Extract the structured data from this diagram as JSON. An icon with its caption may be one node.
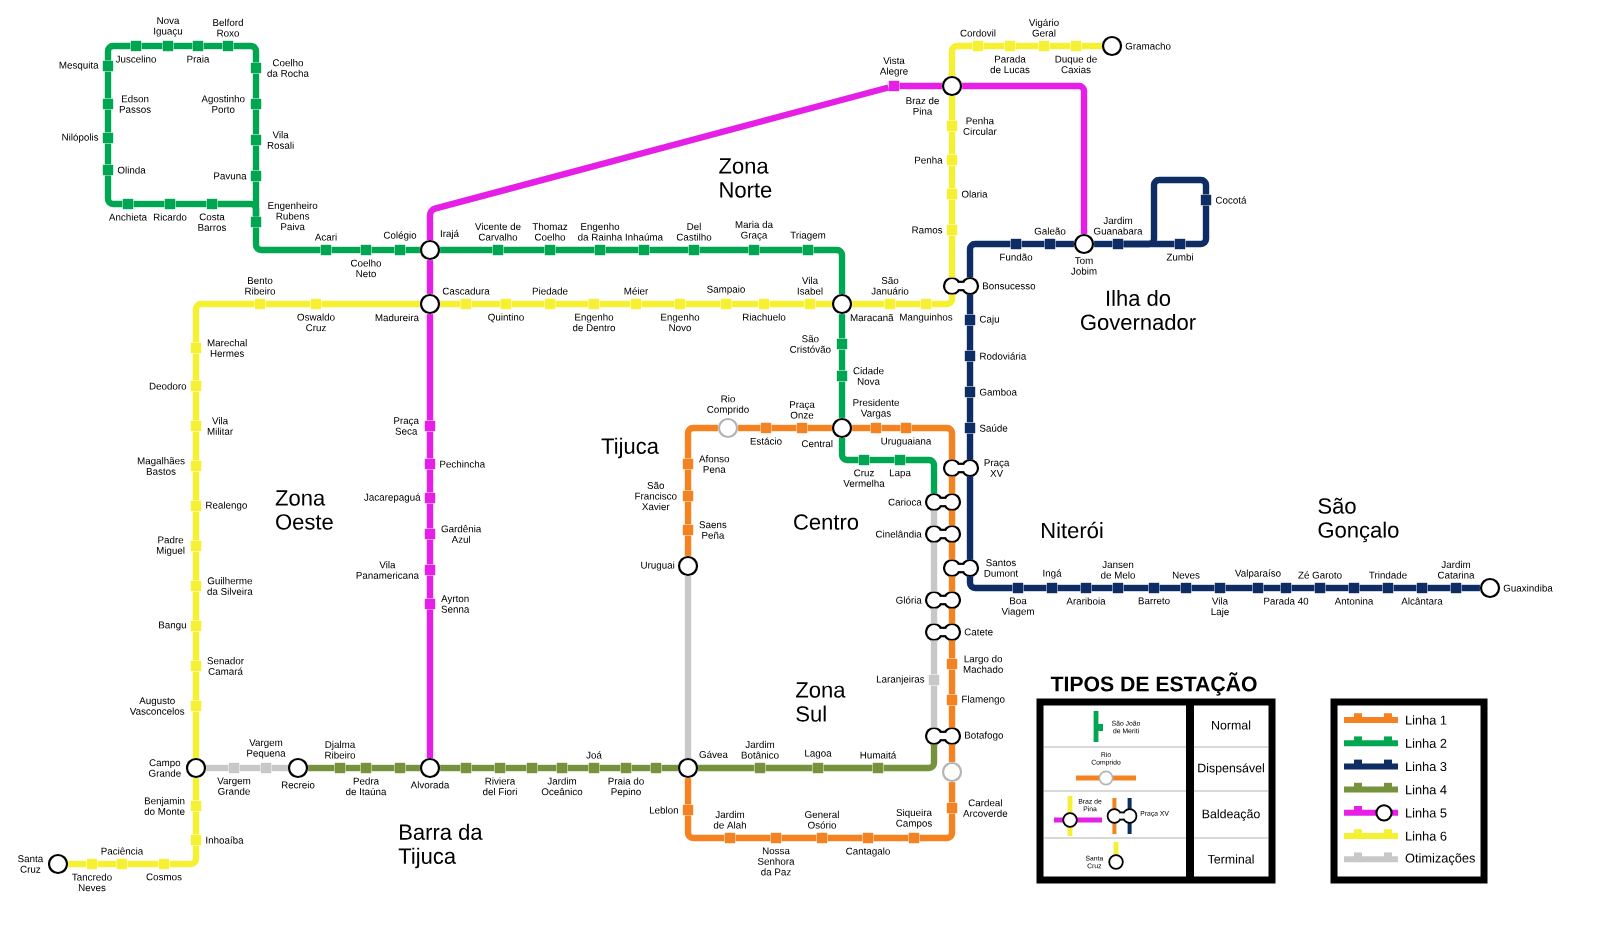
{
  "diagram": {
    "nodes": [
      {
        "text": [
          "Mesquita"
        ]
      },
      {
        "text": [
          "Juscelino"
        ]
      },
      {
        "text": [
          "Nova Iguaçu"
        ]
      },
      {
        "text": [
          "Praia"
        ]
      },
      {
        "text": [
          "Belford Roxo"
        ]
      },
      {
        "text": [
          "Coelho da Rocha"
        ]
      },
      {
        "text": [
          "Edson Passos"
        ]
      },
      {
        "text": [
          "Agostinho Porto"
        ]
      },
      {
        "text": [
          "Nilópolis"
        ]
      },
      {
        "text": [
          "Vila Rosali"
        ]
      },
      {
        "text": [
          "Olinda"
        ]
      },
      {
        "text": [
          "Pavuna"
        ]
      },
      {
        "text": [
          "Anchieta"
        ]
      },
      {
        "text": [
          "Ricardo"
        ]
      },
      {
        "text": [
          "Costa Barros"
        ]
      },
      {
        "text": [
          "Engenheiro Rubens Paiva"
        ]
      },
      {
        "text": [
          "Acari"
        ]
      },
      {
        "text": [
          "Coelho Neto"
        ]
      },
      {
        "text": [
          "Colégio"
        ]
      },
      {
        "text": [
          "Irajá"
        ]
      },
      {
        "text": [
          "Vicente de Carvalho"
        ]
      },
      {
        "text": [
          "Thomaz Coelho"
        ]
      },
      {
        "text": [
          "Engenho da Rainha"
        ]
      },
      {
        "text": [
          "Inhaúma"
        ]
      },
      {
        "text": [
          "Del Castilho"
        ]
      },
      {
        "text": [
          "Maria da Graça"
        ]
      },
      {
        "text": [
          "Triagem"
        ]
      },
      {
        "text": [
          "Maracanã"
        ]
      },
      {
        "text": [
          "São Cristóvão"
        ]
      },
      {
        "text": [
          "Cidade Nova"
        ]
      },
      {
        "text": [
          "Central"
        ]
      },
      {
        "text": [
          "Cruz Vermelha"
        ]
      },
      {
        "text": [
          "Lapa"
        ]
      },
      {
        "text": [
          "Carioca"
        ]
      },
      {
        "text": [
          "Santa Cruz"
        ]
      },
      {
        "text": [
          "Tancredo Neves"
        ]
      },
      {
        "text": [
          "Paciência"
        ]
      },
      {
        "text": [
          "Cosmos"
        ]
      },
      {
        "text": [
          "Inhoaíba"
        ]
      },
      {
        "text": [
          "Benjamin do Monte"
        ]
      },
      {
        "text": [
          "Campo Grande"
        ]
      },
      {
        "text": [
          "Augusto Vasconcelos"
        ]
      },
      {
        "text": [
          "Senador Camará"
        ]
      },
      {
        "text": [
          "Bangu"
        ]
      },
      {
        "text": [
          "Guilherme da Silveira"
        ]
      },
      {
        "text": [
          "Padre Miguel"
        ]
      },
      {
        "text": [
          "Realengo"
        ]
      },
      {
        "text": [
          "Magalhães Bastos"
        ]
      },
      {
        "text": [
          "Vila Militar"
        ]
      },
      {
        "text": [
          "Deodoro"
        ]
      },
      {
        "text": [
          "Marechal Hermes"
        ]
      },
      {
        "text": [
          "Bento Ribeiro"
        ]
      },
      {
        "text": [
          "Oswaldo Cruz"
        ]
      },
      {
        "text": [
          "Madureira"
        ]
      },
      {
        "text": [
          "Cascadura"
        ]
      },
      {
        "text": [
          "Quintino"
        ]
      },
      {
        "text": [
          "Piedade"
        ]
      },
      {
        "text": [
          "Engenho de Dentro"
        ]
      },
      {
        "text": [
          "Méier"
        ]
      },
      {
        "text": [
          "Engenho Novo"
        ]
      },
      {
        "text": [
          "Sampaio"
        ]
      },
      {
        "text": [
          "Riachuelo"
        ]
      },
      {
        "text": [
          "Vila Isabel"
        ]
      },
      {
        "text": [
          "São Januário"
        ]
      },
      {
        "text": [
          "Manguinhos"
        ]
      },
      {
        "text": [
          "Bonsucesso"
        ]
      },
      {
        "text": [
          "Ramos"
        ]
      },
      {
        "text": [
          "Olaria"
        ]
      },
      {
        "text": [
          "Penha"
        ]
      },
      {
        "text": [
          "Penha Circular"
        ]
      },
      {
        "text": [
          "Braz de Pina"
        ]
      },
      {
        "text": [
          "Cordovil"
        ]
      },
      {
        "text": [
          "Parada de Lucas"
        ]
      },
      {
        "text": [
          "Vigário Geral"
        ]
      },
      {
        "text": [
          "Duque de Caxias"
        ]
      },
      {
        "text": [
          "Gramacho"
        ]
      },
      {
        "text": [
          "Vista Alegre"
        ]
      },
      {
        "text": [
          "Tom Jobim"
        ]
      },
      {
        "text": [
          "Praça Seca"
        ]
      },
      {
        "text": [
          "Pechincha"
        ]
      },
      {
        "text": [
          "Jacarepaguá"
        ]
      },
      {
        "text": [
          "Gardênia Azul"
        ]
      },
      {
        "text": [
          "Vila Panamericana"
        ]
      },
      {
        "text": [
          "Ayrton Senna"
        ]
      },
      {
        "text": [
          "Alvorada"
        ]
      },
      {
        "text": [
          "Fundão"
        ]
      },
      {
        "text": [
          "Galeão"
        ]
      },
      {
        "text": [
          "Jardim Guanabara"
        ]
      },
      {
        "text": [
          "Zumbi"
        ]
      },
      {
        "text": [
          "Cocotá"
        ]
      },
      {
        "text": [
          "Caju"
        ]
      },
      {
        "text": [
          "Rodoviária"
        ]
      },
      {
        "text": [
          "Gamboa"
        ]
      },
      {
        "text": [
          "Saúde"
        ]
      },
      {
        "text": [
          "Praça XV"
        ]
      },
      {
        "text": [
          "Santos Dumont"
        ]
      },
      {
        "text": [
          "Boa Viagem"
        ]
      },
      {
        "text": [
          "Ingá"
        ]
      },
      {
        "text": [
          "Arariboia"
        ]
      },
      {
        "text": [
          "Jansen de Melo"
        ]
      },
      {
        "text": [
          "Barreto"
        ]
      },
      {
        "text": [
          "Neves"
        ]
      },
      {
        "text": [
          "Vila Laje"
        ]
      },
      {
        "text": [
          "Valparaíso"
        ]
      },
      {
        "text": [
          "Parada 40"
        ]
      },
      {
        "text": [
          "Zé Garoto"
        ]
      },
      {
        "text": [
          "Antonina"
        ]
      },
      {
        "text": [
          "Trindade"
        ]
      },
      {
        "text": [
          "Alcântara"
        ]
      },
      {
        "text": [
          "Jardim Catarina"
        ]
      },
      {
        "text": [
          "Guaxindiba"
        ]
      },
      {
        "text": [
          "Rio Comprido"
        ]
      },
      {
        "text": [
          "Estácio"
        ]
      },
      {
        "text": [
          "Praça Onze"
        ]
      },
      {
        "text": [
          "Presidente Vargas"
        ]
      },
      {
        "text": [
          "Uruguaiana"
        ]
      },
      {
        "text": [
          "Afonso Pena"
        ]
      },
      {
        "text": [
          "São Francisco Xavier"
        ]
      },
      {
        "text": [
          "Saens Peña"
        ]
      },
      {
        "text": [
          "Uruguai"
        ]
      },
      {
        "text": [
          "Cinelândia"
        ]
      },
      {
        "text": [
          "Glória"
        ]
      },
      {
        "text": [
          "Catete"
        ]
      },
      {
        "text": [
          "Largo do Machado"
        ]
      },
      {
        "text": [
          "Flamengo"
        ]
      },
      {
        "text": [
          "Botafogo"
        ]
      },
      {
        "text": [],
        "shape": "circle"
      },
      {
        "text": [
          "Cardeal Arcoverde"
        ]
      },
      {
        "text": [
          "Siqueira Campos"
        ]
      },
      {
        "text": [
          "Cantagalo"
        ]
      },
      {
        "text": [
          "General Osório"
        ]
      },
      {
        "text": [
          "Nossa Senhora da Paz"
        ]
      },
      {
        "text": [
          "Jardim de Alah"
        ]
      },
      {
        "text": [
          "Leblon"
        ]
      },
      {
        "text": [
          "Gávea"
        ]
      },
      {
        "text": [
          "Laranjeiras"
        ]
      },
      {
        "text": [
          "Recreio"
        ]
      },
      {
        "text": [
          "Djalma Ribeiro"
        ]
      },
      {
        "text": [
          "Pedra de Itaúna"
        ]
      },
      {
        "text": [],
        "shape": "box"
      },
      {
        "text": [],
        "shape": "box"
      },
      {
        "text": [
          "Riviera del Fiori"
        ]
      },
      {
        "text": [],
        "shape": "box"
      },
      {
        "text": [
          "Jardim Oceânico"
        ]
      },
      {
        "text": [
          "Joá"
        ]
      },
      {
        "text": [
          "Praia do Pepino"
        ]
      },
      {
        "text": [],
        "shape": "box"
      },
      {
        "text": [
          "Jardim Botânico"
        ]
      },
      {
        "text": [
          "Lagoa"
        ]
      },
      {
        "text": [
          "Humaitá"
        ]
      },
      {
        "text": [
          "Vargem Grande"
        ]
      },
      {
        "text": [
          "Vargem Pequena"
        ]
      }
    ],
    "edges": [
      {
        "from": 11,
        "to": 9,
        "arrow": "none",
        "color": "#00a651"
      },
      {
        "from": 9,
        "to": 7,
        "arrow": "none",
        "color": "#00a651"
      },
      {
        "from": 7,
        "to": 5,
        "arrow": "none",
        "color": "#00a651"
      },
      {
        "from": 5,
        "to": 4,
        "arrow": "none",
        "color": "#00a651"
      },
      {
        "from": 4,
        "to": 3,
        "arrow": "none",
        "color": "#00a651"
      },
      {
        "from": 3,
        "to": 2,
        "arrow": "none",
        "color": "#00a651"
      },
      {
        "from": 2,
        "to": 1,
        "arrow": "none",
        "color": "#00a651"
      },
      {
        "from": 1,
        "to": 0,
        "arrow": "none",
        "color": "#00a651"
      },
      {
        "from": 0,
        "to": 6,
        "arrow": "none",
        "color": "#00a651"
      },
      {
        "from": 6,
        "to": 8,
        "arrow": "none",
        "color": "#00a651"
      },
      {
        "from": 8,
        "to": 10,
        "arrow": "none",
        "color": "#00a651"
      },
      {
        "from": 10,
        "to": 12,
        "arrow": "none",
        "color": "#00a651"
      },
      {
        "from": 12,
        "to": 13,
        "arrow": "none",
        "color": "#00a651"
      },
      {
        "from": 13,
        "to": 14,
        "arrow": "none",
        "color": "#00a651"
      },
      {
        "from": 14,
        "to": 15,
        "arrow": "none",
        "color": "#00a651"
      },
      {
        "from": 15,
        "to": 11,
        "arrow": "none",
        "color": "#00a651"
      },
      {
        "from": 15,
        "to": 16,
        "arrow": "none",
        "color": "#00a651"
      },
      {
        "from": 16,
        "to": 17,
        "arrow": "none",
        "color": "#00a651"
      },
      {
        "from": 17,
        "to": 18,
        "arrow": "none",
        "color": "#00a651"
      },
      {
        "from": 18,
        "to": 19,
        "arrow": "none",
        "color": "#00a651"
      },
      {
        "from": 19,
        "to": 20,
        "arrow": "none",
        "color": "#00a651"
      },
      {
        "from": 20,
        "to": 21,
        "arrow": "none",
        "color": "#00a651"
      },
      {
        "from": 21,
        "to": 22,
        "arrow": "none",
        "color": "#00a651"
      },
      {
        "from": 22,
        "to": 23,
        "arrow": "none",
        "color": "#00a651"
      },
      {
        "from": 23,
        "to": 24,
        "arrow": "none",
        "color": "#00a651"
      },
      {
        "from": 24,
        "to": 25,
        "arrow": "none",
        "color": "#00a651"
      },
      {
        "from": 25,
        "to": 26,
        "arrow": "none",
        "color": "#00a651"
      },
      {
        "from": 26,
        "to": 27,
        "arrow": "none",
        "color": "#00a651"
      },
      {
        "from": 27,
        "to": 28,
        "arrow": "none",
        "color": "#00a651"
      },
      {
        "from": 28,
        "to": 29,
        "arrow": "none",
        "color": "#00a651"
      },
      {
        "from": 29,
        "to": 30,
        "arrow": "none",
        "color": "#00a651"
      },
      {
        "from": 30,
        "to": 31,
        "arrow": "none",
        "color": "#00a651"
      },
      {
        "from": 31,
        "to": 32,
        "arrow": "none",
        "color": "#00a651"
      },
      {
        "from": 32,
        "to": 33,
        "arrow": "none",
        "color": "#00a651"
      },
      {
        "from": 34,
        "to": 35,
        "arrow": "none",
        "color": "#f5f032"
      },
      {
        "from": 35,
        "to": 36,
        "arrow": "none",
        "color": "#f5f032"
      },
      {
        "from": 36,
        "to": 37,
        "arrow": "none",
        "color": "#f5f032"
      },
      {
        "from": 37,
        "to": 38,
        "arrow": "none",
        "color": "#f5f032"
      },
      {
        "from": 38,
        "to": 39,
        "arrow": "none",
        "color": "#f5f032"
      },
      {
        "from": 39,
        "to": 40,
        "arrow": "none",
        "color": "#f5f032"
      },
      {
        "from": 40,
        "to": 41,
        "arrow": "none",
        "color": "#f5f032"
      },
      {
        "from": 41,
        "to": 42,
        "arrow": "none",
        "color": "#f5f032"
      },
      {
        "from": 42,
        "to": 43,
        "arrow": "none",
        "color": "#f5f032"
      },
      {
        "from": 43,
        "to": 44,
        "arrow": "none",
        "color": "#f5f032"
      },
      {
        "from": 44,
        "to": 45,
        "arrow": "none",
        "color": "#f5f032"
      },
      {
        "from": 45,
        "to": 46,
        "arrow": "none",
        "color": "#f5f032"
      },
      {
        "from": 46,
        "to": 47,
        "arrow": "none",
        "color": "#f5f032"
      },
      {
        "from": 47,
        "to": 48,
        "arrow": "none",
        "color": "#f5f032"
      },
      {
        "from": 48,
        "to": 49,
        "arrow": "none",
        "color": "#f5f032"
      },
      {
        "from": 49,
        "to": 50,
        "arrow": "none",
        "color": "#f5f032"
      },
      {
        "from": 50,
        "to": 51,
        "arrow": "none",
        "color": "#f5f032"
      },
      {
        "from": 51,
        "to": 52,
        "arrow": "none",
        "color": "#f5f032"
      },
      {
        "from": 52,
        "to": 53,
        "arrow": "none",
        "color": "#f5f032"
      },
      {
        "from": 53,
        "to": 54,
        "arrow": "none",
        "color": "#f5f032"
      },
      {
        "from": 54,
        "to": 55,
        "arrow": "none",
        "color": "#f5f032"
      },
      {
        "from": 55,
        "to": 56,
        "arrow": "none",
        "color": "#f5f032"
      },
      {
        "from": 56,
        "to": 57,
        "arrow": "none",
        "color": "#f5f032"
      },
      {
        "from": 57,
        "to": 58,
        "arrow": "none",
        "color": "#f5f032"
      },
      {
        "from": 58,
        "to": 59,
        "arrow": "none",
        "color": "#f5f032"
      },
      {
        "from": 59,
        "to": 60,
        "arrow": "none",
        "color": "#f5f032"
      },
      {
        "from": 60,
        "to": 61,
        "arrow": "none",
        "color": "#f5f032"
      },
      {
        "from": 61,
        "to": 62,
        "arrow": "none",
        "color": "#f5f032"
      },
      {
        "from": 62,
        "to": 27,
        "arrow": "none",
        "color": "#f5f032"
      },
      {
        "from": 27,
        "to": 63,
        "arrow": "none",
        "color": "#f5f032"
      },
      {
        "from": 63,
        "to": 64,
        "arrow": "none",
        "color": "#f5f032"
      },
      {
        "from": 64,
        "to": 65,
        "arrow": "none",
        "color": "#f5f032"
      },
      {
        "from": 65,
        "to": 66,
        "arrow": "none",
        "color": "#f5f032"
      },
      {
        "from": 66,
        "to": 67,
        "arrow": "none",
        "color": "#f5f032"
      },
      {
        "from": 67,
        "to": 68,
        "arrow": "none",
        "color": "#f5f032"
      },
      {
        "from": 68,
        "to": 69,
        "arrow": "none",
        "color": "#f5f032"
      },
      {
        "from": 69,
        "to": 70,
        "arrow": "none",
        "color": "#f5f032"
      },
      {
        "from": 70,
        "to": 71,
        "arrow": "none",
        "color": "#f5f032"
      },
      {
        "from": 71,
        "to": 72,
        "arrow": "none",
        "color": "#f5f032"
      },
      {
        "from": 72,
        "to": 73,
        "arrow": "none",
        "color": "#f5f032"
      },
      {
        "from": 73,
        "to": 74,
        "arrow": "none",
        "color": "#f5f032"
      },
      {
        "from": 74,
        "to": 75,
        "arrow": "none",
        "color": "#f5f032"
      },
      {
        "from": 84,
        "to": 83,
        "arrow": "none",
        "color": "#e61fe6"
      },
      {
        "from": 83,
        "to": 82,
        "arrow": "none",
        "color": "#e61fe6"
      },
      {
        "from": 82,
        "to": 81,
        "arrow": "none",
        "color": "#e61fe6"
      },
      {
        "from": 81,
        "to": 80,
        "arrow": "none",
        "color": "#e61fe6"
      },
      {
        "from": 80,
        "to": 79,
        "arrow": "none",
        "color": "#e61fe6"
      },
      {
        "from": 79,
        "to": 78,
        "arrow": "none",
        "color": "#e61fe6"
      },
      {
        "from": 78,
        "to": 53,
        "arrow": "none",
        "color": "#e61fe6"
      },
      {
        "from": 53,
        "to": 19,
        "arrow": "none",
        "color": "#e61fe6"
      },
      {
        "from": 19,
        "to": 76,
        "arrow": "none",
        "color": "#e61fe6"
      },
      {
        "from": 76,
        "to": 70,
        "arrow": "none",
        "color": "#e61fe6"
      },
      {
        "from": 70,
        "to": 77,
        "arrow": "none",
        "color": "#e61fe6"
      },
      {
        "from": 89,
        "to": 87,
        "arrow": "none",
        "color": "#0d2d64"
      },
      {
        "from": 89,
        "to": 88,
        "arrow": "none",
        "color": "#0d2d64"
      },
      {
        "from": 88,
        "to": 87,
        "arrow": "none",
        "color": "#0d2d64"
      },
      {
        "from": 87,
        "to": 77,
        "arrow": "none",
        "color": "#0d2d64"
      },
      {
        "from": 77,
        "to": 86,
        "arrow": "none",
        "color": "#0d2d64"
      },
      {
        "from": 86,
        "to": 85,
        "arrow": "none",
        "color": "#0d2d64"
      },
      {
        "from": 85,
        "to": 65,
        "arrow": "none",
        "color": "#0d2d64"
      },
      {
        "from": 65,
        "to": 90,
        "arrow": "none",
        "color": "#0d2d64"
      },
      {
        "from": 90,
        "to": 91,
        "arrow": "none",
        "color": "#0d2d64"
      },
      {
        "from": 91,
        "to": 92,
        "arrow": "none",
        "color": "#0d2d64"
      },
      {
        "from": 92,
        "to": 93,
        "arrow": "none",
        "color": "#0d2d64"
      },
      {
        "from": 93,
        "to": 94,
        "arrow": "none",
        "color": "#0d2d64"
      },
      {
        "from": 94,
        "to": 95,
        "arrow": "none",
        "color": "#0d2d64"
      },
      {
        "from": 95,
        "to": 96,
        "arrow": "none",
        "color": "#0d2d64"
      },
      {
        "from": 96,
        "to": 97,
        "arrow": "none",
        "color": "#0d2d64"
      },
      {
        "from": 97,
        "to": 98,
        "arrow": "none",
        "color": "#0d2d64"
      },
      {
        "from": 98,
        "to": 99,
        "arrow": "none",
        "color": "#0d2d64"
      },
      {
        "from": 99,
        "to": 100,
        "arrow": "none",
        "color": "#0d2d64"
      },
      {
        "from": 100,
        "to": 101,
        "arrow": "none",
        "color": "#0d2d64"
      },
      {
        "from": 101,
        "to": 102,
        "arrow": "none",
        "color": "#0d2d64"
      },
      {
        "from": 102,
        "to": 103,
        "arrow": "none",
        "color": "#0d2d64"
      },
      {
        "from": 103,
        "to": 104,
        "arrow": "none",
        "color": "#0d2d64"
      },
      {
        "from": 104,
        "to": 105,
        "arrow": "none",
        "color": "#0d2d64"
      },
      {
        "from": 105,
        "to": 106,
        "arrow": "none",
        "color": "#0d2d64"
      },
      {
        "from": 106,
        "to": 107,
        "arrow": "none",
        "color": "#0d2d64"
      },
      {
        "from": 107,
        "to": 108,
        "arrow": "none",
        "color": "#0d2d64"
      },
      {
        "from": 108,
        "to": 109,
        "arrow": "none",
        "color": "#0d2d64"
      },
      {
        "from": 109,
        "to": 110,
        "arrow": "none",
        "color": "#0d2d64"
      },
      {
        "from": 119,
        "to": 118,
        "arrow": "none",
        "color": "#f58220"
      },
      {
        "from": 118,
        "to": 117,
        "arrow": "none",
        "color": "#f58220"
      },
      {
        "from": 117,
        "to": 116,
        "arrow": "none",
        "color": "#f58220"
      },
      {
        "from": 116,
        "to": 111,
        "arrow": "none",
        "color": "#f58220"
      },
      {
        "from": 111,
        "to": 112,
        "arrow": "none",
        "color": "#f58220"
      },
      {
        "from": 112,
        "to": 113,
        "arrow": "none",
        "color": "#f58220"
      },
      {
        "from": 113,
        "to": 30,
        "arrow": "none",
        "color": "#f58220"
      },
      {
        "from": 30,
        "to": 114,
        "arrow": "none",
        "color": "#f58220"
      },
      {
        "from": 114,
        "to": 115,
        "arrow": "none",
        "color": "#f58220"
      },
      {
        "from": 115,
        "to": 94,
        "arrow": "none",
        "color": "#f58220"
      },
      {
        "from": 94,
        "to": 33,
        "arrow": "none",
        "color": "#f58220"
      },
      {
        "from": 33,
        "to": 120,
        "arrow": "none",
        "color": "#f58220"
      },
      {
        "from": 120,
        "to": 95,
        "arrow": "none",
        "color": "#f58220"
      },
      {
        "from": 95,
        "to": 121,
        "arrow": "none",
        "color": "#f58220"
      },
      {
        "from": 121,
        "to": 122,
        "arrow": "none",
        "color": "#f58220"
      },
      {
        "from": 122,
        "to": 123,
        "arrow": "none",
        "color": "#f58220"
      },
      {
        "from": 123,
        "to": 124,
        "arrow": "none",
        "color": "#f58220"
      },
      {
        "from": 124,
        "to": 125,
        "arrow": "none",
        "color": "#f58220"
      },
      {
        "from": 125,
        "to": 126,
        "arrow": "none",
        "color": "#f58220"
      },
      {
        "from": 126,
        "to": 127,
        "arrow": "none",
        "color": "#f58220"
      },
      {
        "from": 127,
        "to": 128,
        "arrow": "none",
        "color": "#f58220"
      },
      {
        "from": 128,
        "to": 129,
        "arrow": "none",
        "color": "#f58220"
      },
      {
        "from": 129,
        "to": 130,
        "arrow": "none",
        "color": "#f58220"
      },
      {
        "from": 130,
        "to": 131,
        "arrow": "none",
        "color": "#f58220"
      },
      {
        "from": 131,
        "to": 132,
        "arrow": "none",
        "color": "#f58220"
      },
      {
        "from": 132,
        "to": 133,
        "arrow": "none",
        "color": "#f58220"
      },
      {
        "from": 133,
        "to": 134,
        "arrow": "none",
        "color": "#f58220"
      },
      {
        "from": 136,
        "to": 137,
        "arrow": "none",
        "color": "#76923c"
      },
      {
        "from": 137,
        "to": 138,
        "arrow": "none",
        "color": "#76923c"
      },
      {
        "from": 138,
        "to": 139,
        "arrow": "none",
        "color": "#76923c"
      },
      {
        "from": 139,
        "to": 84,
        "arrow": "none",
        "color": "#76923c"
      },
      {
        "from": 84,
        "to": 140,
        "arrow": "none",
        "color": "#76923c"
      },
      {
        "from": 140,
        "to": 141,
        "arrow": "none",
        "color": "#76923c"
      },
      {
        "from": 141,
        "to": 142,
        "arrow": "none",
        "color": "#76923c"
      },
      {
        "from": 142,
        "to": 143,
        "arrow": "none",
        "color": "#76923c"
      },
      {
        "from": 143,
        "to": 144,
        "arrow": "none",
        "color": "#76923c"
      },
      {
        "from": 144,
        "to": 145,
        "arrow": "none",
        "color": "#76923c"
      },
      {
        "from": 145,
        "to": 146,
        "arrow": "none",
        "color": "#76923c"
      },
      {
        "from": 146,
        "to": 134,
        "arrow": "none",
        "color": "#76923c"
      },
      {
        "from": 134,
        "to": 147,
        "arrow": "none",
        "color": "#76923c"
      },
      {
        "from": 147,
        "to": 148,
        "arrow": "none",
        "color": "#76923c"
      },
      {
        "from": 148,
        "to": 149,
        "arrow": "none",
        "color": "#76923c"
      },
      {
        "from": 149,
        "to": 125,
        "arrow": "none",
        "color": "#76923c"
      },
      {
        "from": 40,
        "to": 150,
        "arrow": "none",
        "color": "#c8c8c8"
      },
      {
        "from": 150,
        "to": 151,
        "arrow": "none",
        "color": "#c8c8c8"
      },
      {
        "from": 151,
        "to": 136,
        "arrow": "none",
        "color": "#c8c8c8"
      },
      {
        "from": 134,
        "to": 119,
        "arrow": "none",
        "color": "#c8c8c8"
      },
      {
        "from": 33,
        "to": 120,
        "arrow": "none",
        "color": "#c8c8c8"
      },
      {
        "from": 120,
        "to": 121,
        "arrow": "none",
        "color": "#c8c8c8"
      },
      {
        "from": 121,
        "to": 122,
        "arrow": "none",
        "color": "#c8c8c8"
      },
      {
        "from": 122,
        "to": 135,
        "arrow": "none",
        "color": "#c8c8c8"
      },
      {
        "from": 135,
        "to": 125,
        "arrow": "none",
        "color": "#c8c8c8"
      }
    ],
    "labels": [
      "Zona Norte",
      "Ilha do Governador",
      "Tijuca",
      "Zona Oeste",
      "Centro",
      "São Gonçalo",
      "Niterói",
      "TIPOS DE ESTAÇÃO",
      "Zona Sul",
      "São João de Meriti",
      "Rio Comprido",
      "Braz de Pina",
      "Praça XV",
      "Santa Cruz",
      "Barra da Tijuca"
    ],
    "legend": [
      {
        "text": "Normal"
      },
      {
        "text": "Dispensável"
      },
      {
        "text": "Baldeação"
      },
      {
        "text": "Terminal"
      },
      {
        "text": "Linha 1",
        "color": "#f58220"
      },
      {
        "text": "Linha 2",
        "color": "#00a651"
      },
      {
        "text": "Linha 3",
        "color": "#0d2d64"
      },
      {
        "text": "Linha 4",
        "color": "#76923c"
      },
      {
        "text": "Linha 5",
        "color": "#e61fe6"
      },
      {
        "text": "Linha 6",
        "color": "#f5f032"
      },
      {
        "text": "Otimizações",
        "color": "#c8c8c8"
      }
    ]
  }
}
